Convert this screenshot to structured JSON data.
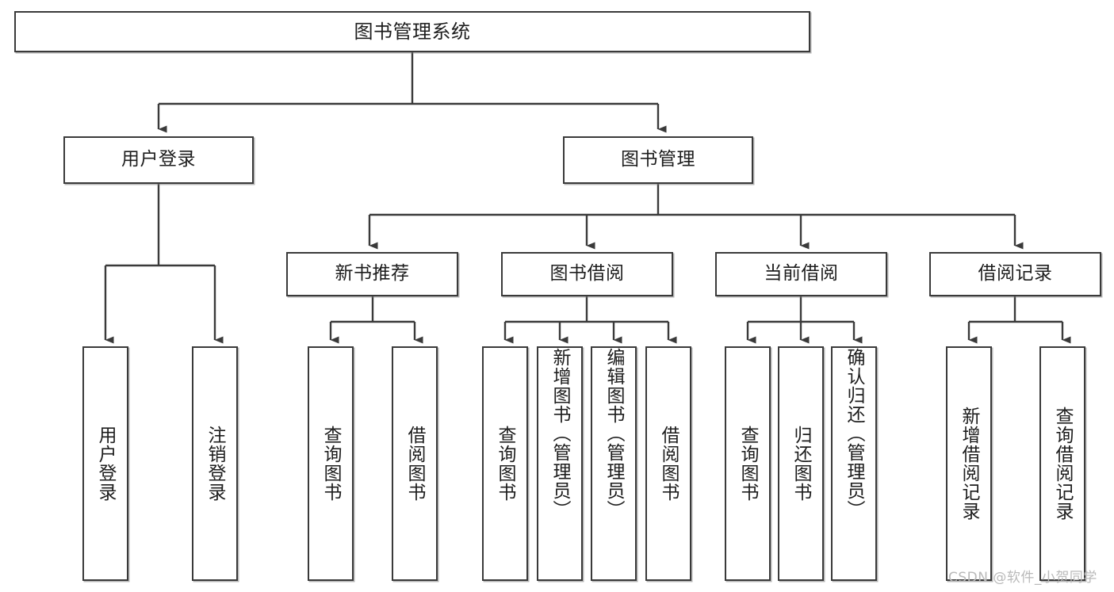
{
  "diagram": {
    "title": "图书管理系统",
    "type": "hierarchy-tree",
    "watermark": "CSDN @软件_小贺同学",
    "colors": {
      "stroke": "#3a3a3a",
      "fill": "#ffffff",
      "text": "#1d1d1d",
      "watermark": "#b9b9b9"
    },
    "levels": {
      "root": {
        "label": "图书管理系统"
      },
      "level2": [
        {
          "label": "用户登录"
        },
        {
          "label": "图书管理"
        }
      ],
      "level3": [
        {
          "label": "新书推荐"
        },
        {
          "label": "图书借阅"
        },
        {
          "label": "当前借阅"
        },
        {
          "label": "借阅记录"
        }
      ],
      "leaves": {
        "user_login": [
          {
            "label": "用户登录"
          },
          {
            "label": "注销登录"
          }
        ],
        "new_book_recommend": [
          {
            "label": "查询图书"
          },
          {
            "label": "借阅图书"
          }
        ],
        "book_borrow": [
          {
            "label": "查询图书"
          },
          {
            "label": "新增图书（管理员）"
          },
          {
            "label": "编辑图书（管理员）"
          },
          {
            "label": "借阅图书"
          }
        ],
        "current_borrow": [
          {
            "label": "查询图书"
          },
          {
            "label": "归还图书"
          },
          {
            "label": "确认归还（管理员）"
          }
        ],
        "borrow_record": [
          {
            "label": "新增借阅记录"
          },
          {
            "label": "查询借阅记录"
          }
        ]
      }
    }
  }
}
